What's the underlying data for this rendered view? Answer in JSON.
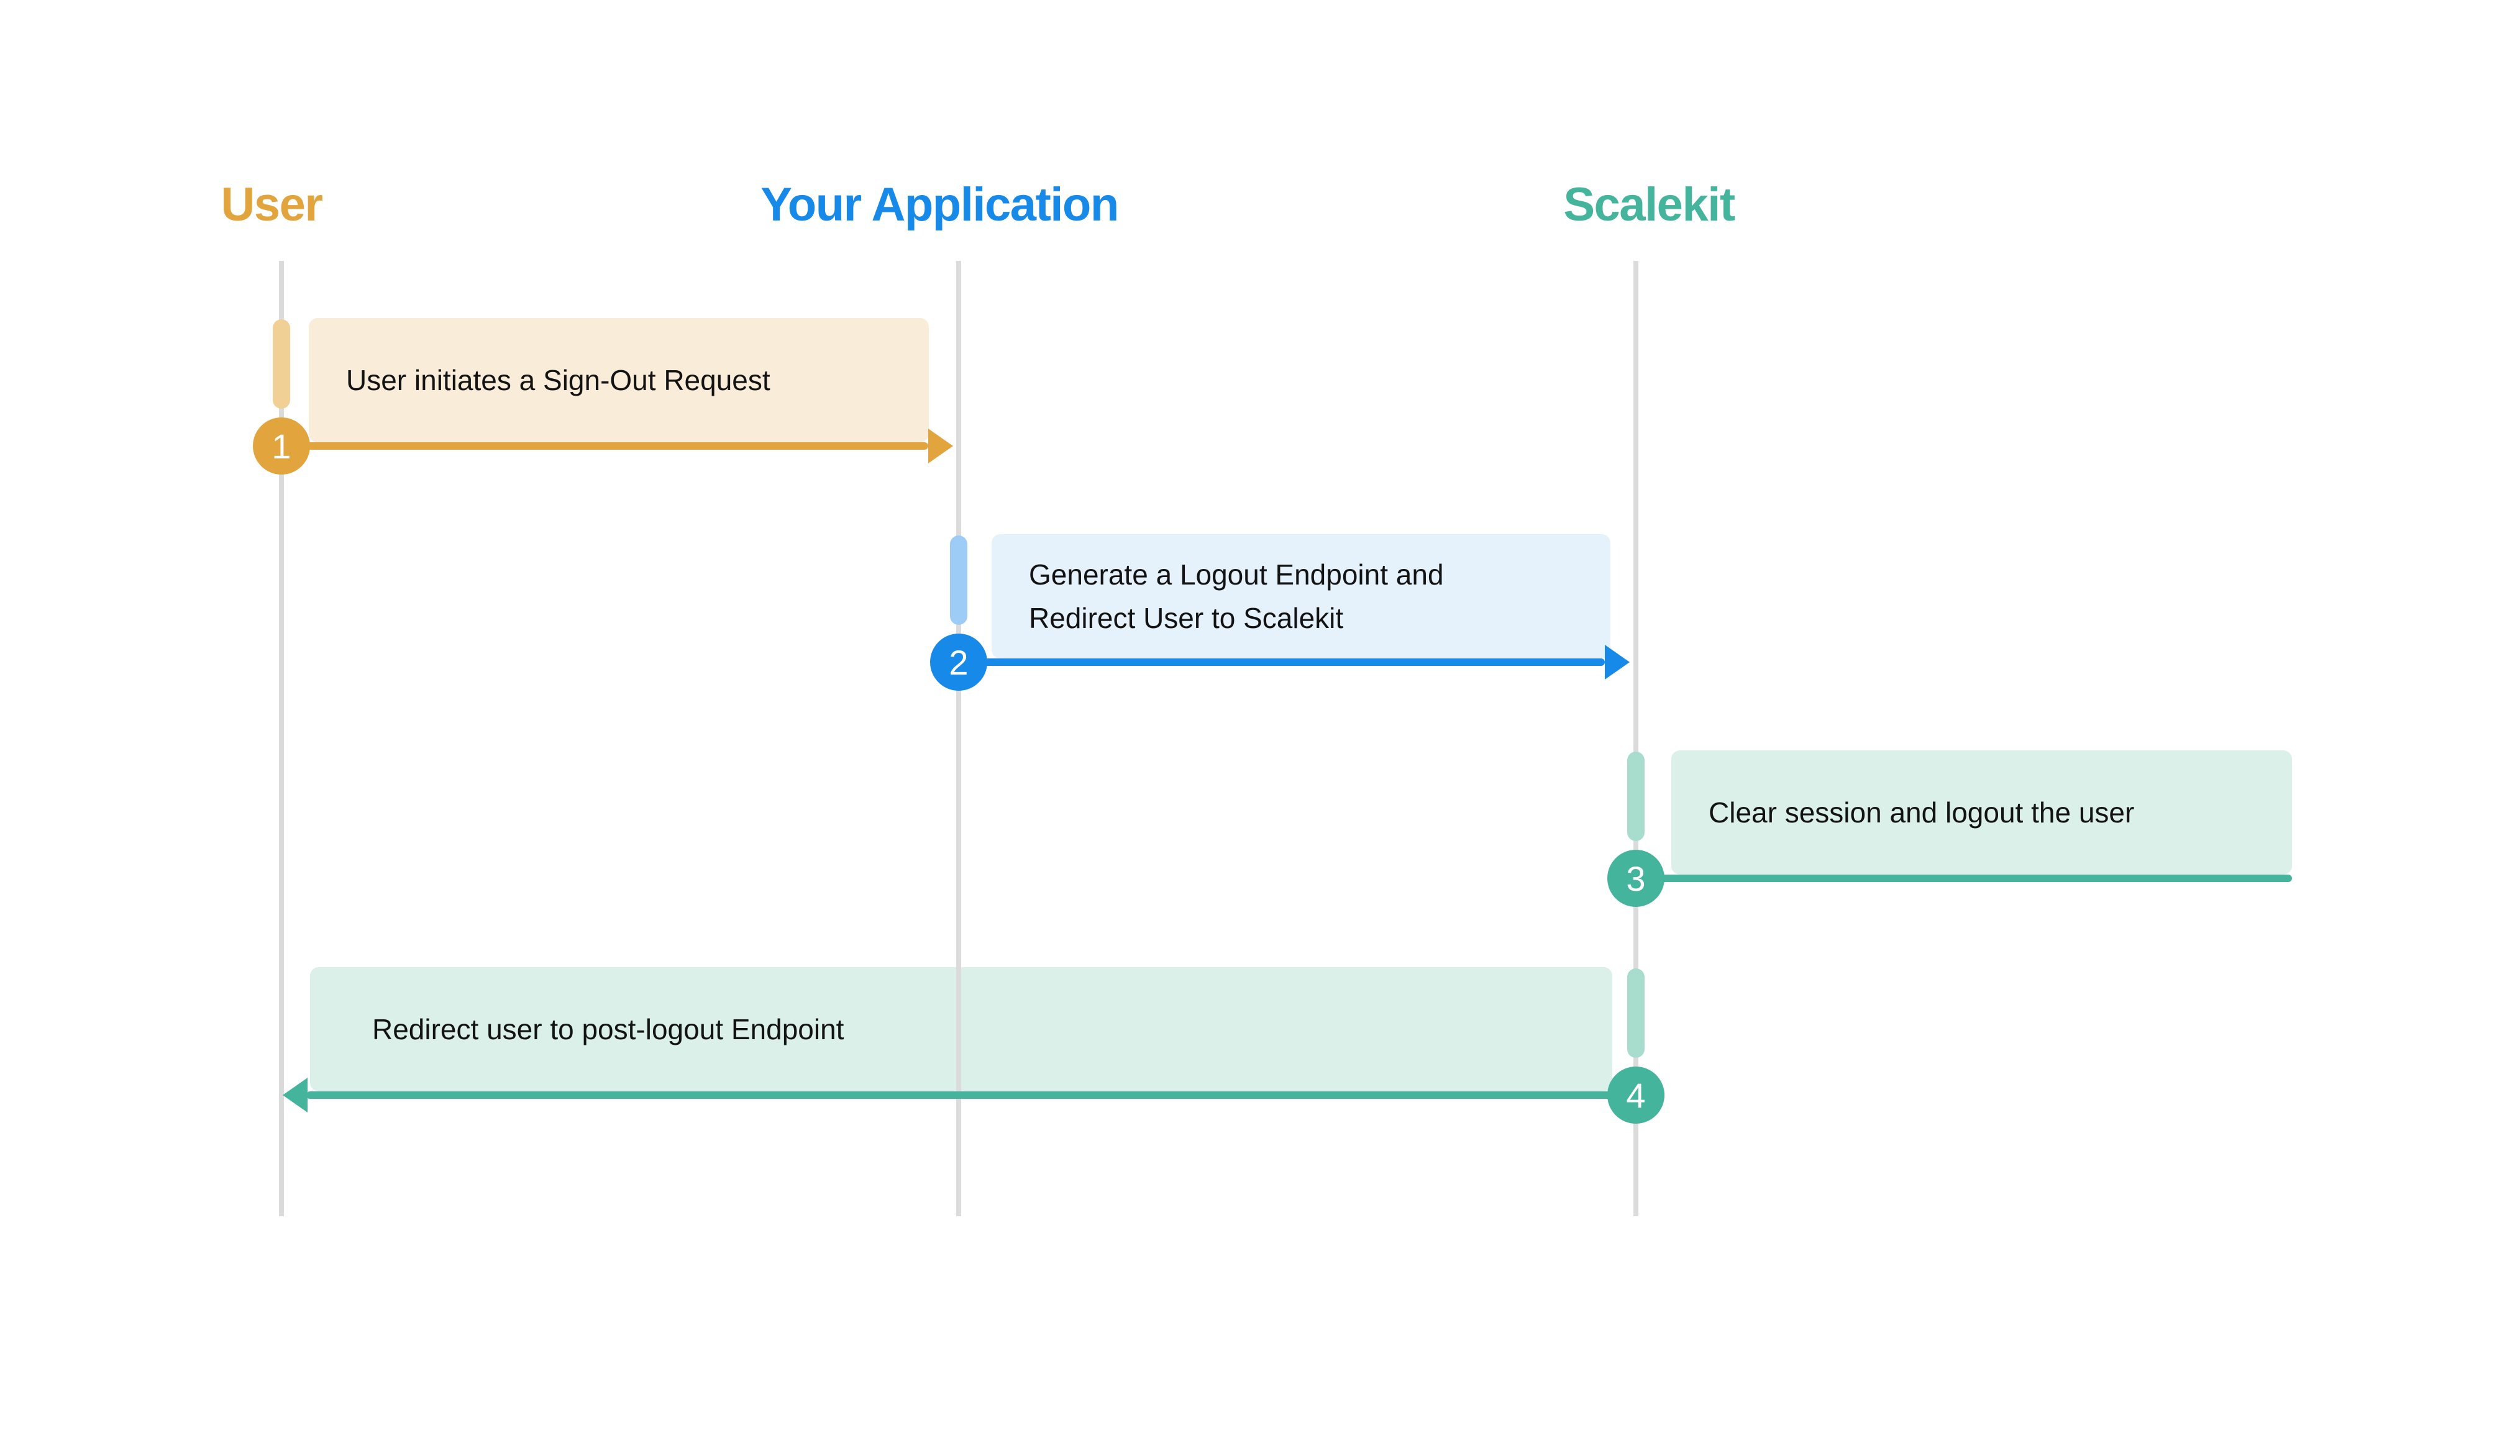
{
  "colors": {
    "background": "#FFFFFF",
    "lifeline": "#DBDBDB",
    "message-text": "#131313",
    "user-accent": "#E2A43C",
    "user-pill": "#F1D096",
    "user-box": "#F9EDD9",
    "app-accent": "#1789E8",
    "app-pill": "#9DCDF6",
    "app-box": "#E5F1FB",
    "scalekit-accent": "#45B49C",
    "scalekit-pill": "#A8DCCD",
    "scalekit-box": "#DAF0E9"
  },
  "actors": [
    {
      "id": "user",
      "label": "User"
    },
    {
      "id": "app",
      "label": "Your Application"
    },
    {
      "id": "scalekit",
      "label": "Scalekit"
    }
  ],
  "steps": [
    {
      "number": "1",
      "from": "user",
      "to": "app",
      "text": "User initiates a Sign-Out Request"
    },
    {
      "number": "2",
      "from": "app",
      "to": "scalekit",
      "lines": [
        "Generate a Logout Endpoint and",
        "Redirect User to Scalekit"
      ]
    },
    {
      "number": "3",
      "from": "scalekit",
      "to": "scalekit",
      "text": "Clear session and logout the user"
    },
    {
      "number": "4",
      "from": "scalekit",
      "to": "user",
      "text": "Redirect user to post-logout Endpoint"
    }
  ]
}
